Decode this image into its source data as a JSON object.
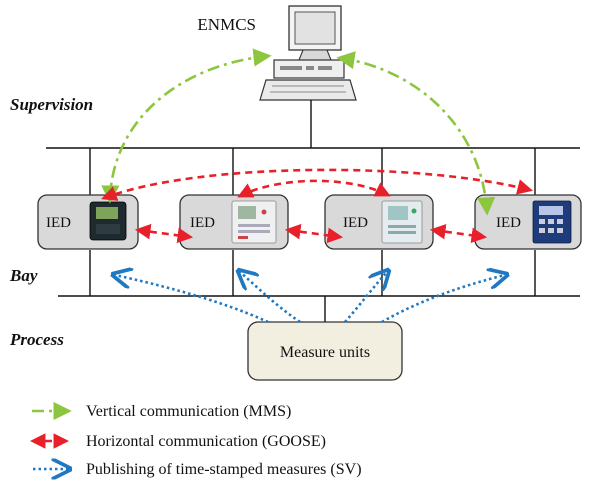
{
  "title": "ENMCS",
  "levels": {
    "supervision": "Supervision",
    "bay": "Bay",
    "process": "Process"
  },
  "ieds": [
    "IED",
    "IED",
    "IED",
    "IED"
  ],
  "measure_units": "Measure units",
  "legend": [
    {
      "key": "mms",
      "label": "Vertical communication (MMS)",
      "color": "#8cc63f",
      "style": "dash-dot"
    },
    {
      "key": "goose",
      "label": "Horizontal communication (GOOSE)",
      "color": "#e8202a",
      "style": "dashed"
    },
    {
      "key": "sv",
      "label": "Publishing of time-stamped measures (SV)",
      "color": "#1f78c1",
      "style": "dotted"
    }
  ],
  "colors": {
    "mms": "#8cc63f",
    "goose": "#e8202a",
    "sv": "#1f78c1",
    "ied_box": "#d9d9d9",
    "measure_box": "#f3efe0"
  }
}
